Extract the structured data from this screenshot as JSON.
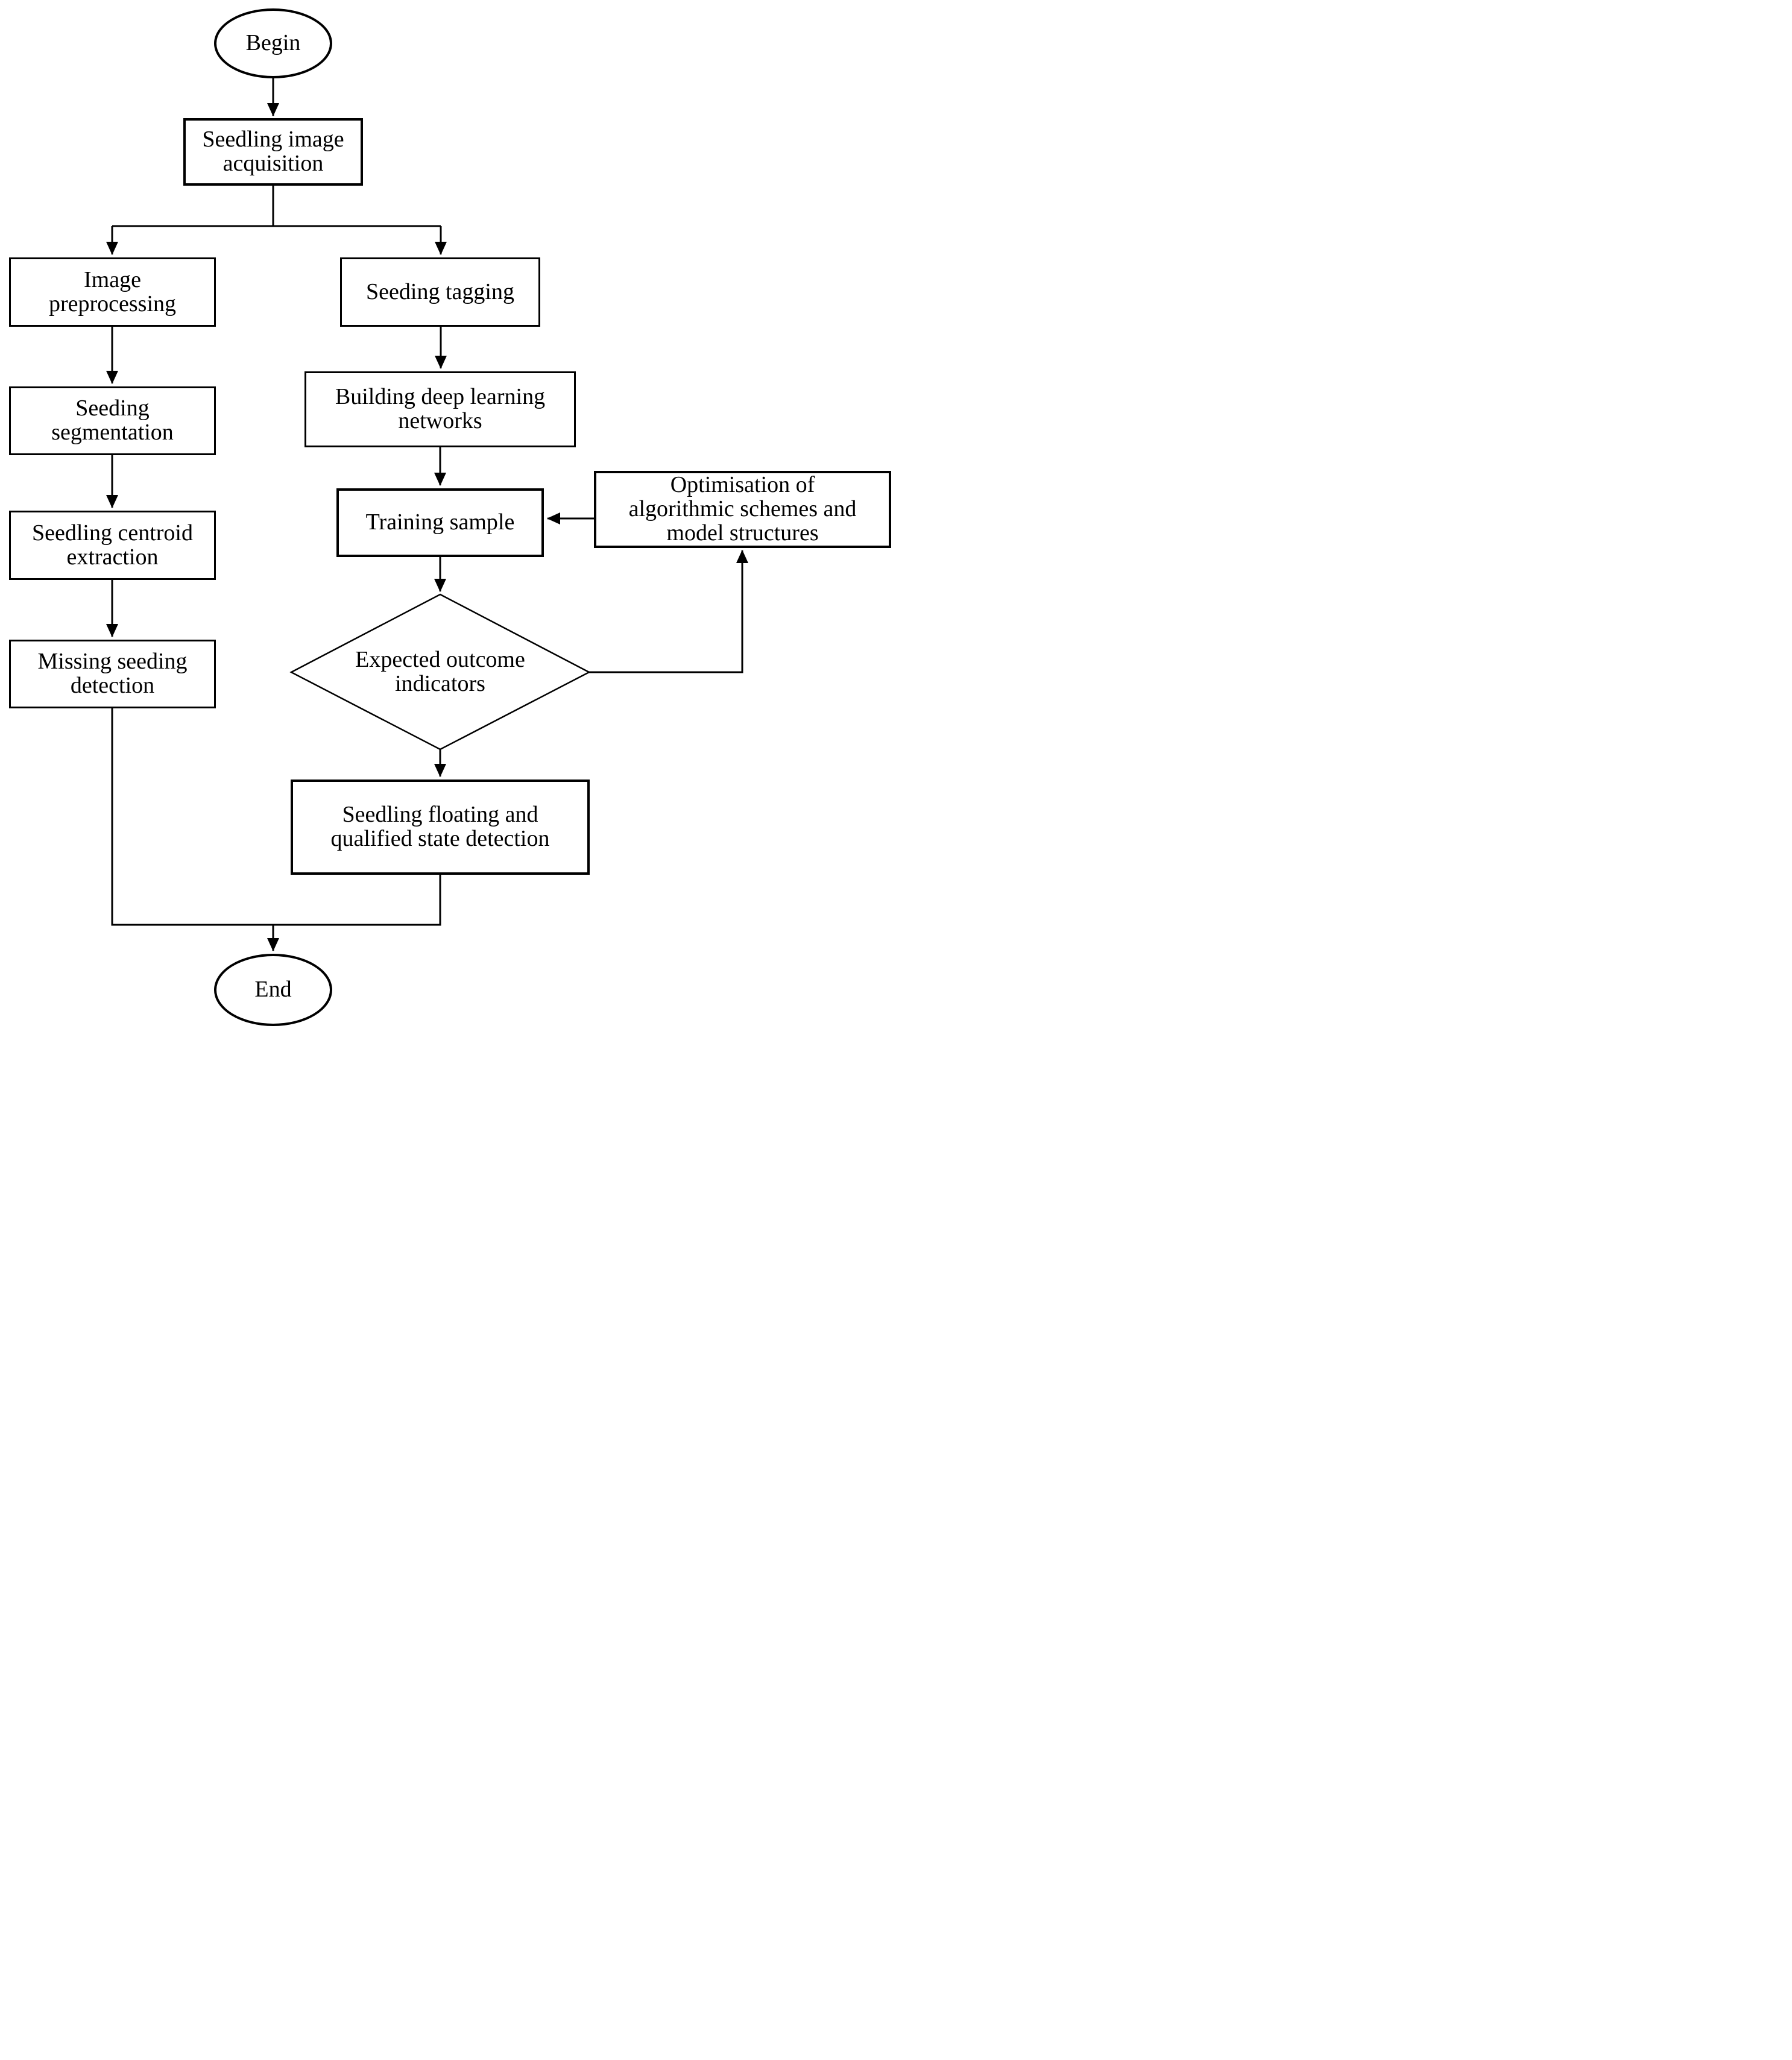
{
  "figure": {
    "background_color": "#ffffff",
    "stroke_color": "#000000",
    "nodes": {
      "begin": {
        "shape": "ellipse",
        "label": "Begin"
      },
      "acquisition": {
        "shape": "rect",
        "label": "Seedling image\nacquisition"
      },
      "preprocessing": {
        "shape": "rect",
        "label": "Image\npreprocessing"
      },
      "tagging": {
        "shape": "rect",
        "label": "Seeding tagging"
      },
      "segmentation": {
        "shape": "rect",
        "label": "Seeding\nsegmentation"
      },
      "building": {
        "shape": "rect",
        "label": "Building deep learning\nnetworks"
      },
      "centroid": {
        "shape": "rect",
        "label": "Seedling centroid\nextraction"
      },
      "training": {
        "shape": "rect",
        "label": "Training sample"
      },
      "optimisation": {
        "shape": "rect",
        "label": "Optimisation of\nalgorithmic schemes and\nmodel structures"
      },
      "missing": {
        "shape": "rect",
        "label": "Missing seeding\ndetection"
      },
      "decision": {
        "shape": "diamond",
        "label": "Expected outcome\nindicators"
      },
      "floating": {
        "shape": "rect",
        "label": "Seedling floating and\nqualified state detection"
      },
      "end": {
        "shape": "ellipse",
        "label": "End"
      }
    },
    "edges": [
      {
        "from": "begin",
        "to": "acquisition"
      },
      {
        "from": "acquisition",
        "to": "preprocessing"
      },
      {
        "from": "acquisition",
        "to": "tagging"
      },
      {
        "from": "preprocessing",
        "to": "segmentation"
      },
      {
        "from": "segmentation",
        "to": "centroid"
      },
      {
        "from": "centroid",
        "to": "missing"
      },
      {
        "from": "missing",
        "to": "end"
      },
      {
        "from": "tagging",
        "to": "building"
      },
      {
        "from": "building",
        "to": "training"
      },
      {
        "from": "training",
        "to": "decision"
      },
      {
        "from": "decision",
        "to": "floating"
      },
      {
        "from": "decision",
        "to": "optimisation"
      },
      {
        "from": "optimisation",
        "to": "training"
      },
      {
        "from": "floating",
        "to": "end"
      }
    ]
  }
}
